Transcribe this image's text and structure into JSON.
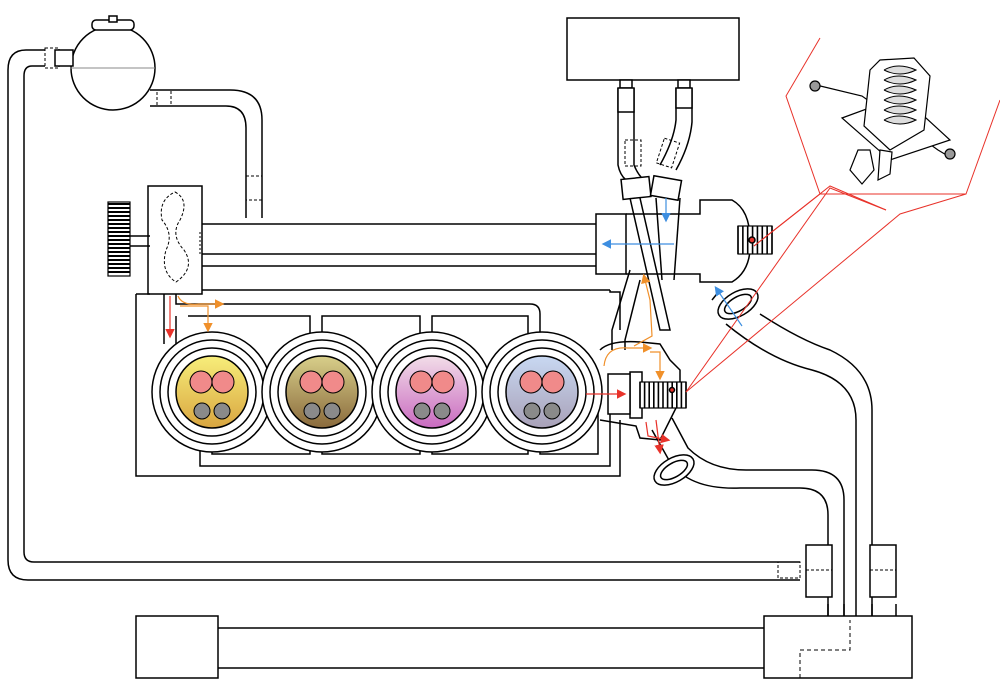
{
  "diagram": {
    "kind": "engine-cooling-circuit-schematic",
    "labels": [],
    "cylinder_count": 4,
    "cylinders": [
      {
        "id": 1,
        "fill_top": "#f7ee7a",
        "fill_bottom": "#d9a640"
      },
      {
        "id": 2,
        "fill_top": "#d8cf8a",
        "fill_bottom": "#8a6a3c"
      },
      {
        "id": 3,
        "fill_top": "#f2dde8",
        "fill_bottom": "#c96ac0"
      },
      {
        "id": 4,
        "fill_top": "#c8d8f2",
        "fill_bottom": "#a9a1b8"
      }
    ],
    "valve_colors": {
      "intake": "#f08a8a",
      "exhaust": "#8a8a8a"
    },
    "flow_colors": {
      "hot": "#e8322a",
      "warm": "#f0902a",
      "cool": "#3d8ee0"
    },
    "callout_color": "#e8322a",
    "components": [
      "expansion-tank",
      "water-pump",
      "pump-pulley",
      "engine-block",
      "cabin-heater",
      "thermostat-housing",
      "thermostat-valve",
      "radiator",
      "thermostat-detail"
    ]
  }
}
